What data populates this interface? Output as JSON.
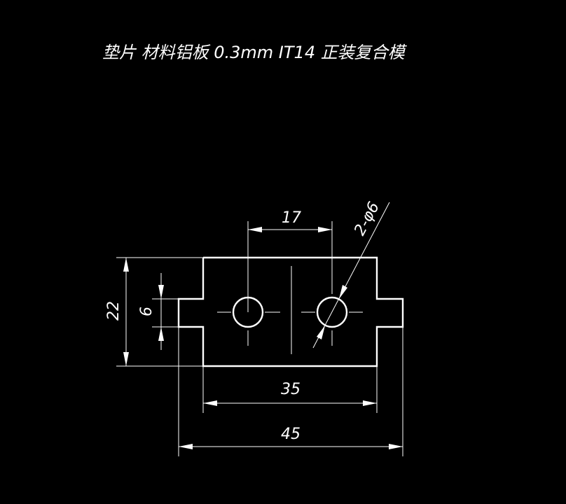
{
  "title": "垫片 材料铝板 0.3mm IT14  正装复合模",
  "dimensions": {
    "hole_pitch": "17",
    "hole_spec": "2-φ6",
    "overall_height": "22",
    "tab_height": "6",
    "body_width": "35",
    "overall_width": "45"
  },
  "colors": {
    "background": "#000000",
    "line": "#ffffff"
  }
}
